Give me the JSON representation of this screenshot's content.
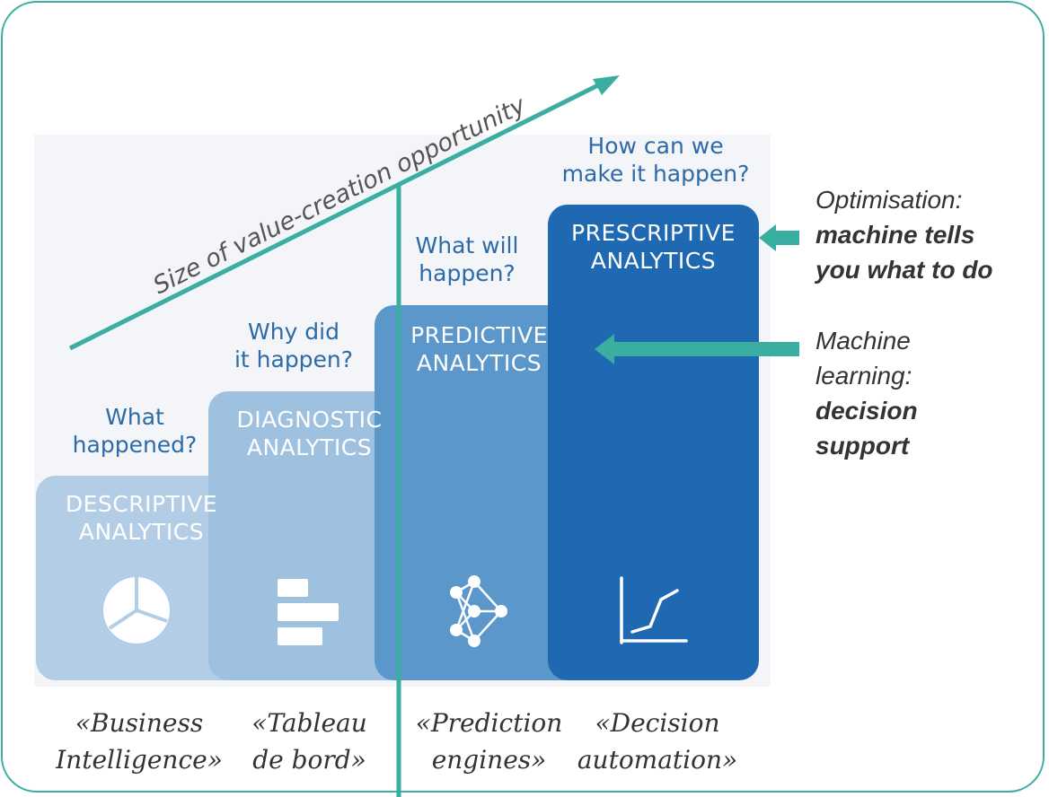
{
  "arrow_label": "Size of value-creation opportunity",
  "stages": [
    {
      "title": "DESCRIPTIVE\nANALYTICS",
      "question": "What\nhappened?",
      "caption": "«Business\nIntelligence»",
      "icon": "pie-chart-icon"
    },
    {
      "title": "DIAGNOSTIC\nANALYTICS",
      "question": "Why did\nit happen?",
      "caption": "«Tableau\nde bord»",
      "icon": "bar-chart-icon"
    },
    {
      "title": "PREDICTIVE\nANALYTICS",
      "question": "What will\nhappen?",
      "caption": "«Prediction\nengines»",
      "icon": "neural-network-icon"
    },
    {
      "title": "PRESCRIPTIVE\nANALYTICS",
      "question": "How can we\nmake it happen?",
      "caption": "«Decision\nautomation»",
      "icon": "growth-curve-icon"
    }
  ],
  "notes": {
    "optimisation_label": "Optimisation:",
    "optimisation_emphasis": "machine tells you what to do",
    "ml_label": "Machine learning:",
    "ml_emphasis": "decision support"
  },
  "colors": {
    "accent": "#3aaea0",
    "descriptive": "#b3cde6",
    "diagnostic": "#9ec1e0",
    "predictive": "#5b97cb",
    "prescriptive": "#1f68b2",
    "question_text": "#2d6aa8"
  }
}
